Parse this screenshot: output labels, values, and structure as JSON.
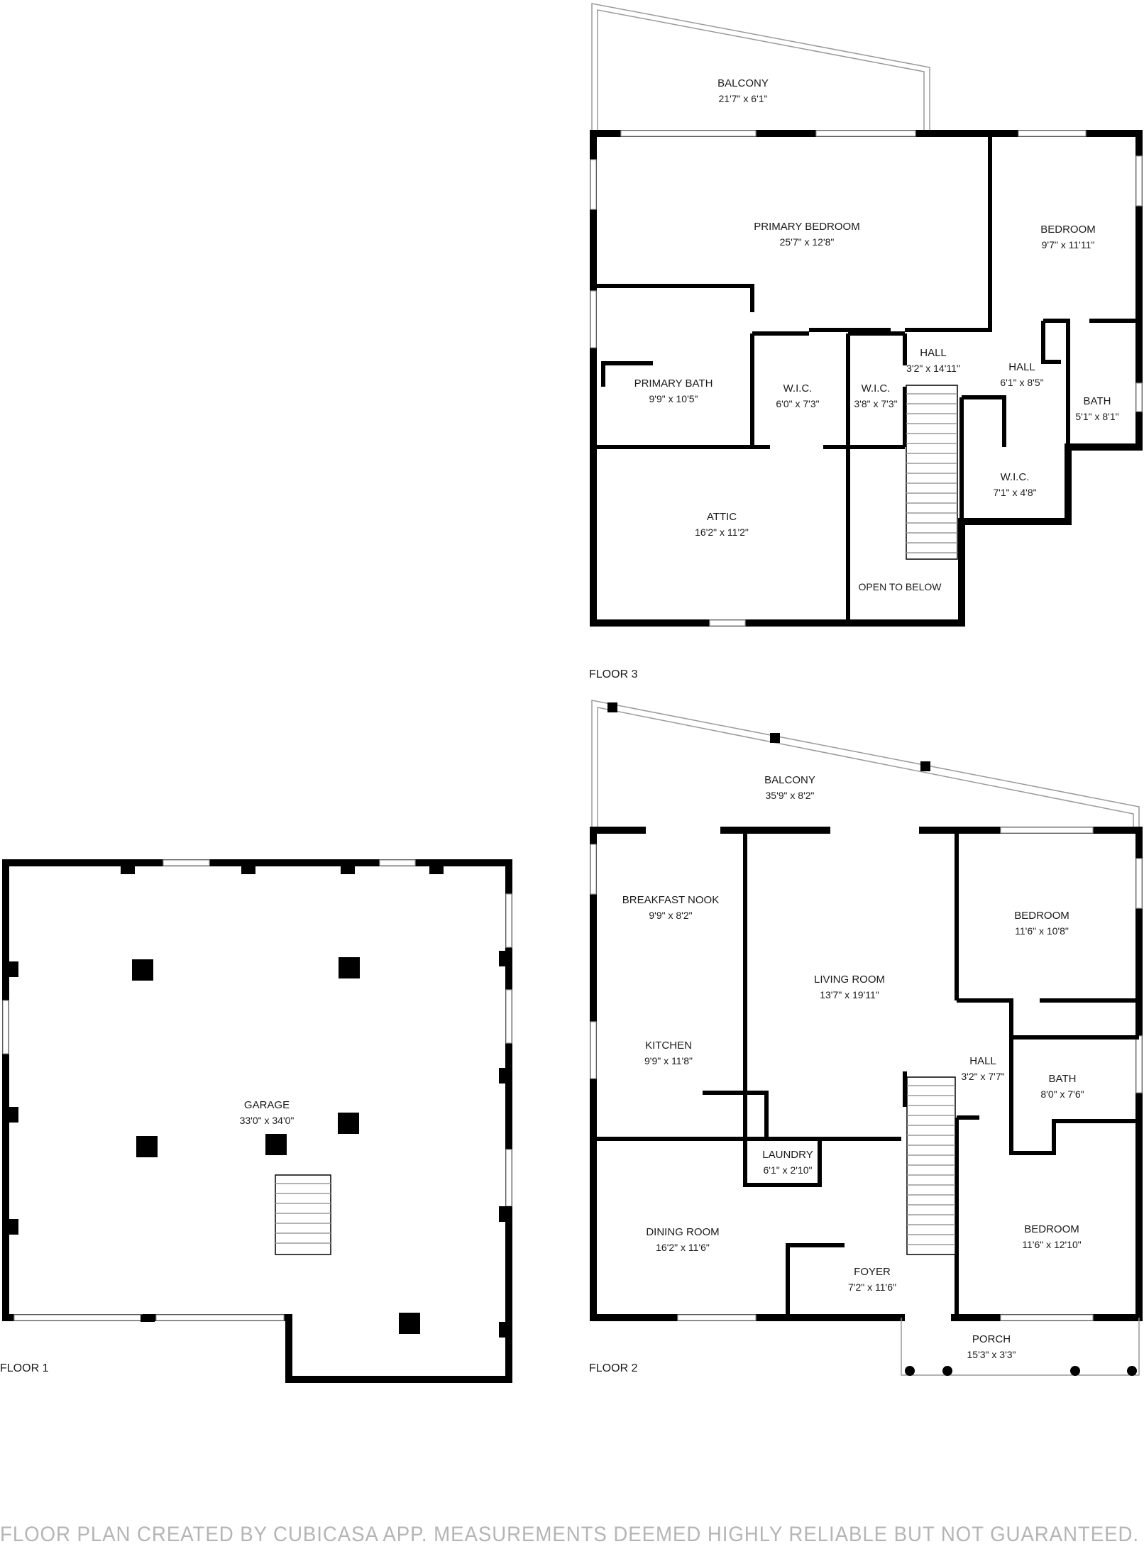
{
  "floor3": {
    "label": "FLOOR 3",
    "rooms": {
      "balcony": {
        "name": "BALCONY",
        "dim": "21'7\" x 6'1\""
      },
      "primary_bedroom": {
        "name": "PRIMARY BEDROOM",
        "dim": "25'7\" x 12'8\""
      },
      "bedroom": {
        "name": "BEDROOM",
        "dim": "9'7\" x 11'11\""
      },
      "primary_bath": {
        "name": "PRIMARY BATH",
        "dim": "9'9\" x 10'5\""
      },
      "wic1": {
        "name": "W.I.C.",
        "dim": "6'0\" x 7'3\""
      },
      "wic2": {
        "name": "W.I.C.",
        "dim": "3'8\" x 7'3\""
      },
      "hall1": {
        "name": "HALL",
        "dim": "3'2\" x 14'11\""
      },
      "hall2": {
        "name": "HALL",
        "dim": "6'1\" x 8'5\""
      },
      "bath": {
        "name": "BATH",
        "dim": "5'1\" x 8'1\""
      },
      "wic3": {
        "name": "W.I.C.",
        "dim": "7'1\" x 4'8\""
      },
      "attic": {
        "name": "ATTIC",
        "dim": "16'2\" x 11'2\""
      },
      "open": {
        "name": "OPEN TO BELOW"
      }
    }
  },
  "floor2": {
    "label": "FLOOR 2",
    "rooms": {
      "balcony": {
        "name": "BALCONY",
        "dim": "35'9\" x 8'2\""
      },
      "breakfast": {
        "name": "BREAKFAST NOOK",
        "dim": "9'9\" x 8'2\""
      },
      "living": {
        "name": "LIVING ROOM",
        "dim": "13'7\" x 19'11\""
      },
      "bedroom1": {
        "name": "BEDROOM",
        "dim": "11'6\" x 10'8\""
      },
      "kitchen": {
        "name": "KITCHEN",
        "dim": "9'9\" x 11'8\""
      },
      "hall": {
        "name": "HALL",
        "dim": "3'2\" x 7'7\""
      },
      "bath": {
        "name": "BATH",
        "dim": "8'0\" x 7'6\""
      },
      "laundry": {
        "name": "LAUNDRY",
        "dim": "6'1\" x 2'10\""
      },
      "dining": {
        "name": "DINING ROOM",
        "dim": "16'2\" x 11'6\""
      },
      "foyer": {
        "name": "FOYER",
        "dim": "7'2\" x 11'6\""
      },
      "bedroom2": {
        "name": "BEDROOM",
        "dim": "11'6\" x 12'10\""
      },
      "porch": {
        "name": "PORCH",
        "dim": "15'3\" x 3'3\""
      }
    }
  },
  "floor1": {
    "label": "FLOOR 1",
    "rooms": {
      "garage": {
        "name": "GARAGE",
        "dim": "33'0\" x 34'0\""
      }
    }
  },
  "footer": "FLOOR PLAN CREATED BY CUBICASA APP. MEASUREMENTS DEEMED HIGHLY RELIABLE BUT NOT GUARANTEED."
}
